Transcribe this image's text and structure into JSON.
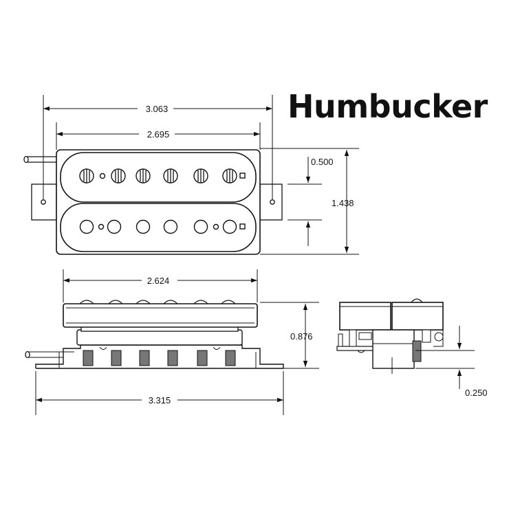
{
  "title": "Humbucker",
  "dimensions": {
    "outer_width": "3.063",
    "cover_width": "2.695",
    "pole_spacing": "0.500",
    "height": "1.438",
    "base_width": "2.624",
    "depth": "0.876",
    "mount_width": "3.315",
    "foot_height": "0.250"
  },
  "colors": {
    "line": "#111111",
    "background": "#ffffff"
  }
}
